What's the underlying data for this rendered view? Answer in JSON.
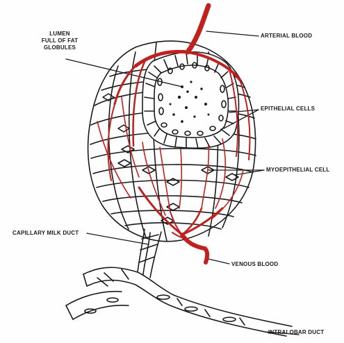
{
  "labels": {
    "lumen_line1": "LUMEN",
    "lumen_line2": "FULL OF FAT",
    "lumen_line3": "GLOBULES",
    "arterial": "ARTERIAL BLOOD",
    "epithelial": "EPITHELIAL CELLS",
    "myoepithelial": "MYOEPITHELIAL CELL",
    "capillary": "CAPILLARY MILK DUCT",
    "venous": "VENOUS BLOOD",
    "intralobar": "INTRALOBAR DUCT"
  },
  "colors": {
    "vessel_red": "#c0201e",
    "ink": "#1a1a1a",
    "background": "#fefefe"
  }
}
